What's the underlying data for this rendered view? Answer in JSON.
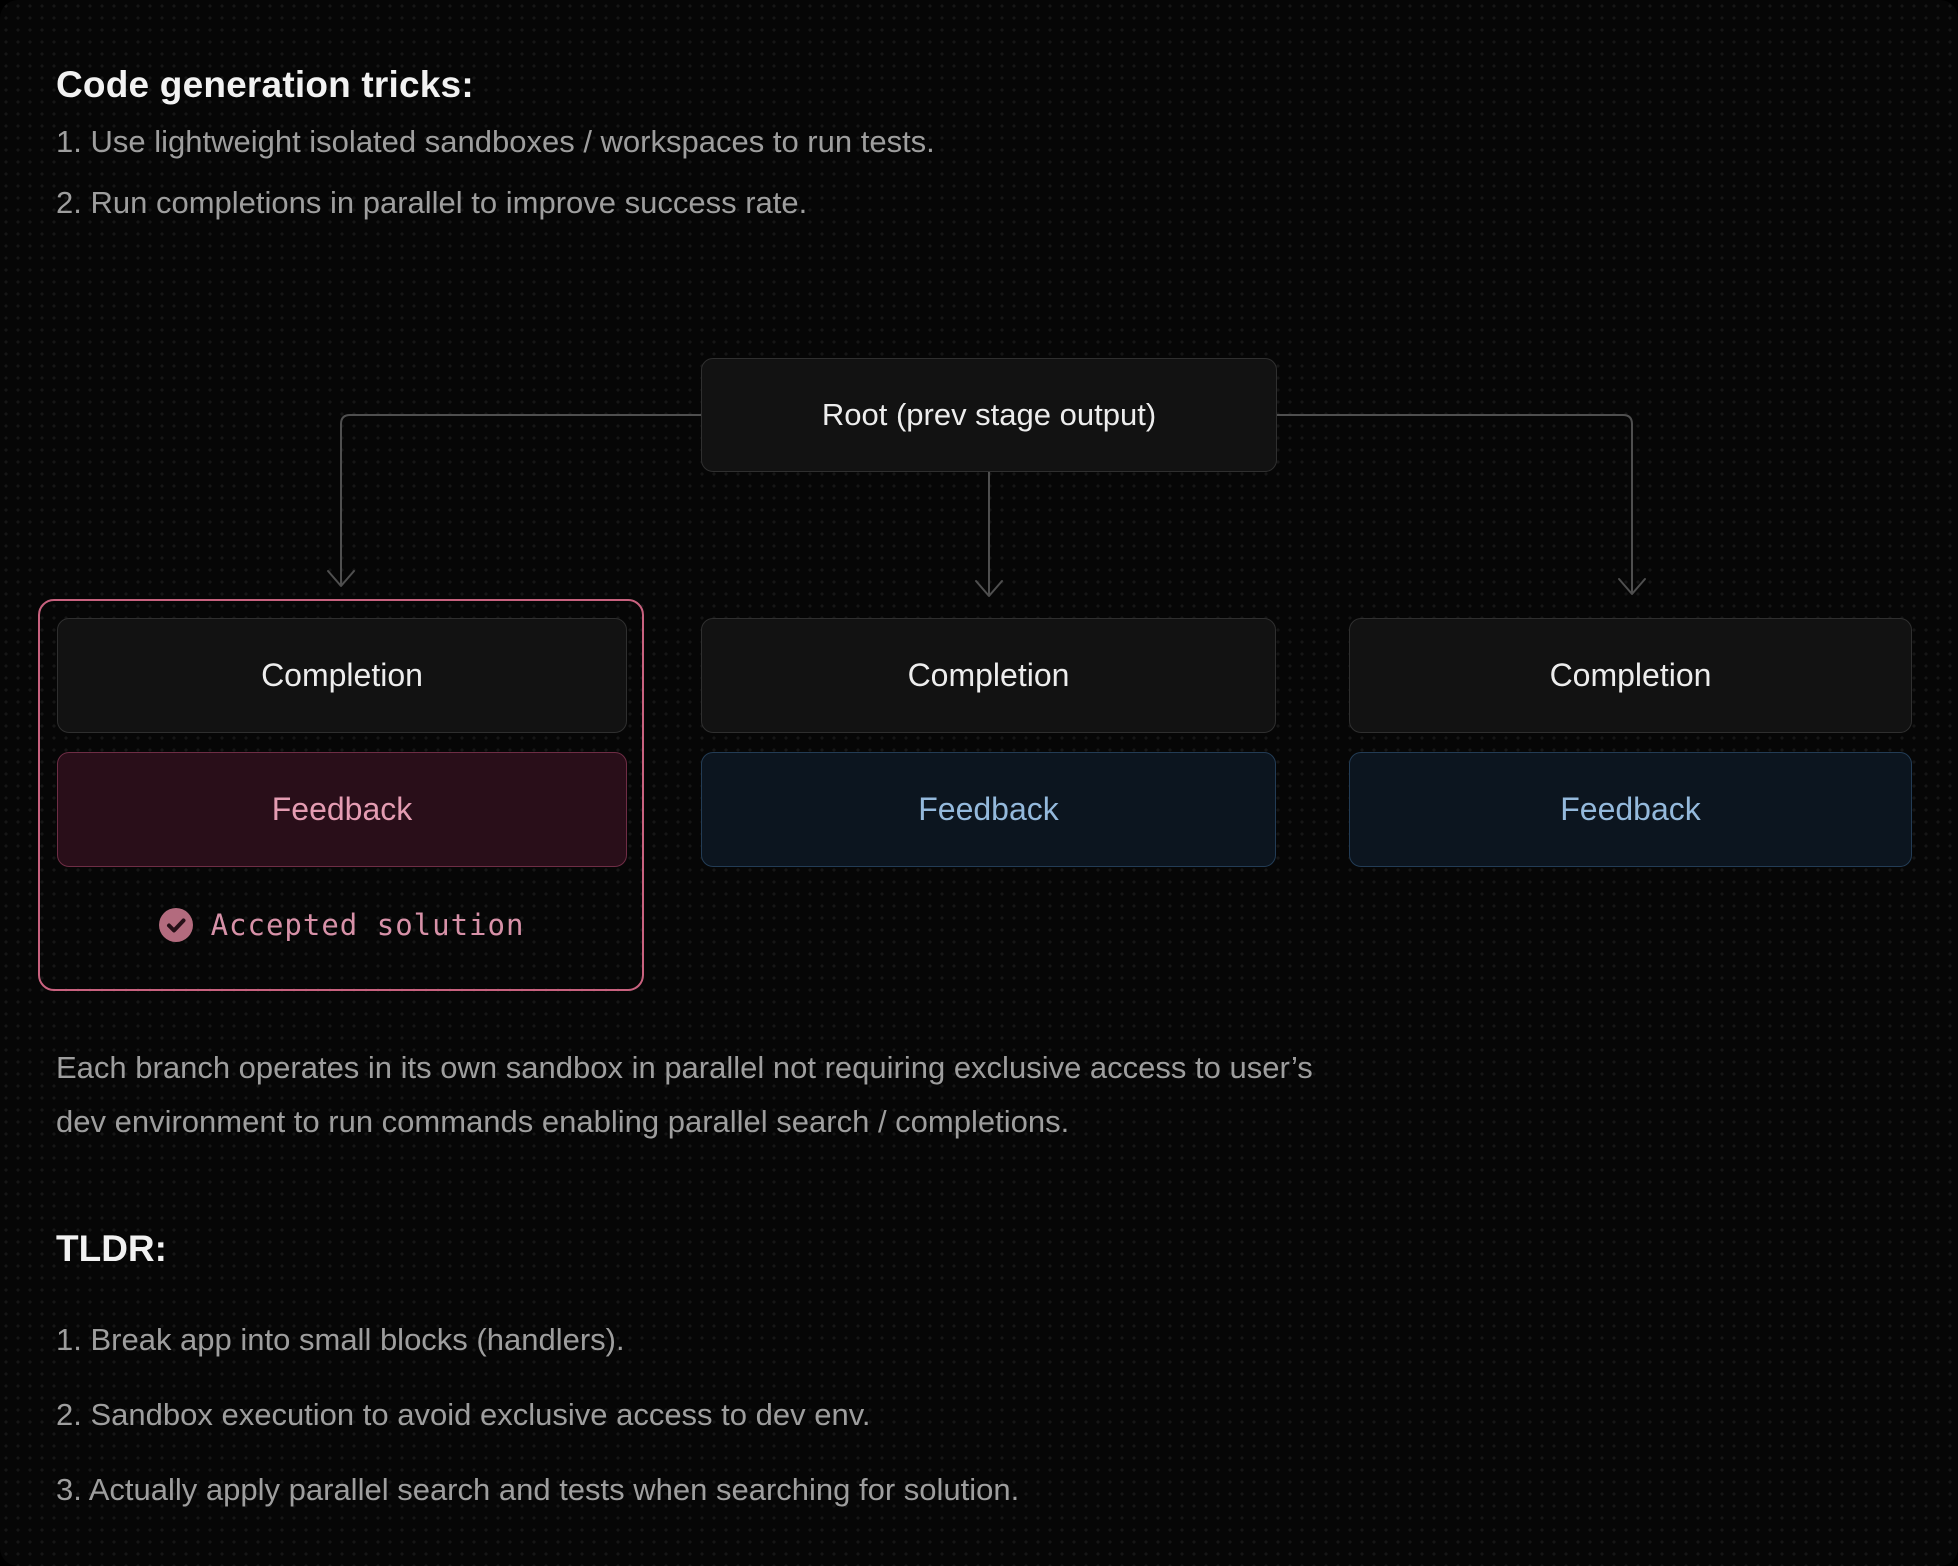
{
  "header": {
    "title": "Code generation tricks:"
  },
  "intro": {
    "items": [
      "1. Use lightweight isolated sandboxes / workspaces to run tests.",
      "2. Run completions in parallel to improve success rate."
    ]
  },
  "diagram": {
    "root": {
      "label": "Root (prev stage output)"
    },
    "branches": [
      {
        "completion": "Completion",
        "feedback": "Feedback",
        "accepted": true,
        "accepted_label": "Accepted solution",
        "variant": "pink-highlighted"
      },
      {
        "completion": "Completion",
        "feedback": "Feedback",
        "accepted": false,
        "variant": "blue"
      },
      {
        "completion": "Completion",
        "feedback": "Feedback",
        "accepted": false,
        "variant": "blue"
      }
    ],
    "colors": {
      "accent_pink_border": "#c9627f",
      "feedback_pink_bg": "#290e19",
      "feedback_pink_text": "#e49cb2",
      "feedback_blue_bg": "#0c151f",
      "feedback_blue_text": "#94b9dc",
      "accepted_badge": "#b36b7e",
      "connector": "#4f4f4f",
      "node_bg": "#121212",
      "node_border": "#2f2f2f",
      "page_bg": "#060606"
    }
  },
  "notes": {
    "paragraph": "Each branch operates in its own sandbox in parallel not requiring exclusive access to user’s dev environment to run commands enabling parallel search / completions."
  },
  "tldr": {
    "title": "TLDR:",
    "items": [
      "1. Break app into small blocks (handlers).",
      "2. Sandbox execution to avoid exclusive access to dev env.",
      "3. Actually apply parallel search and tests when searching for solution."
    ]
  }
}
